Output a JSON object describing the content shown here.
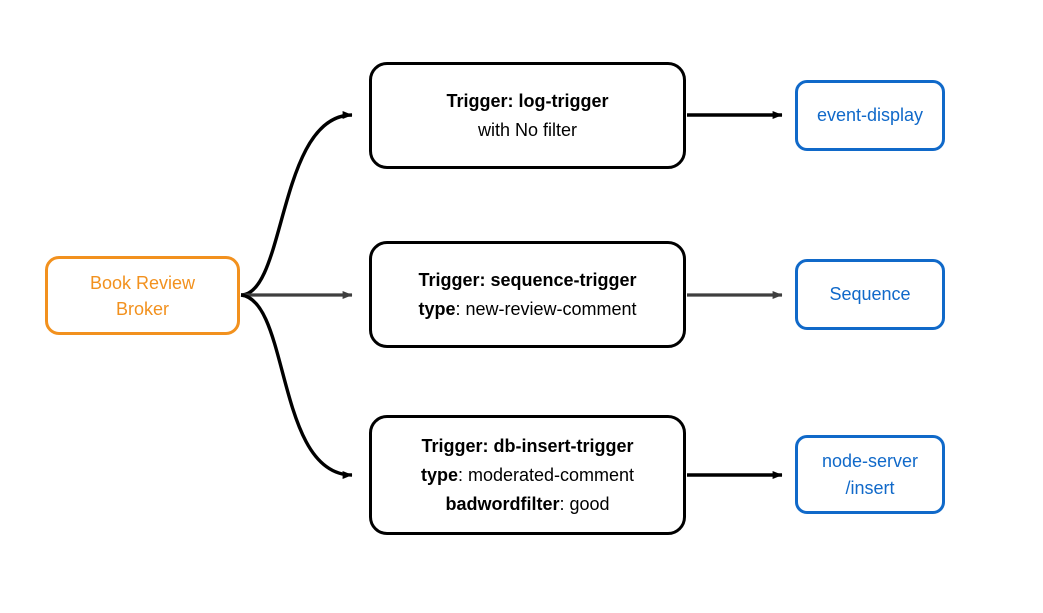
{
  "diagram": {
    "type": "event-broker-trigger-flow",
    "colors": {
      "broker_orange": "#F2911E",
      "target_blue": "#1069C9",
      "edge_black": "#000000",
      "edge_gray": "#3F3F3F",
      "node_black": "#000000",
      "background": "#FFFFFF"
    },
    "source": {
      "name": "book-review-broker",
      "line1": "Book Review",
      "line2": "Broker"
    },
    "rows": [
      {
        "trigger": {
          "name": "log-trigger",
          "lines": [
            {
              "bold": "Trigger: log-trigger",
              "rest": ""
            },
            {
              "bold": "",
              "rest": "with No filter"
            }
          ]
        },
        "target": {
          "name": "event-display",
          "lines": [
            "event-display"
          ]
        },
        "edge_color": "#000000"
      },
      {
        "trigger": {
          "name": "sequence-trigger",
          "lines": [
            {
              "bold": "Trigger: sequence-trigger",
              "rest": ""
            },
            {
              "bold": "type",
              "rest": ": new-review-comment"
            }
          ]
        },
        "target": {
          "name": "sequence",
          "lines": [
            "Sequence"
          ]
        },
        "edge_color": "#3F3F3F"
      },
      {
        "trigger": {
          "name": "db-insert-trigger",
          "lines": [
            {
              "bold": "Trigger: db-insert-trigger",
              "rest": ""
            },
            {
              "bold": "type",
              "rest": ": moderated-comment"
            },
            {
              "bold": "badwordfilter",
              "rest": ": good"
            }
          ]
        },
        "target": {
          "name": "node-server-insert",
          "lines": [
            "node-server",
            "/insert"
          ]
        },
        "edge_color": "#000000"
      }
    ]
  }
}
